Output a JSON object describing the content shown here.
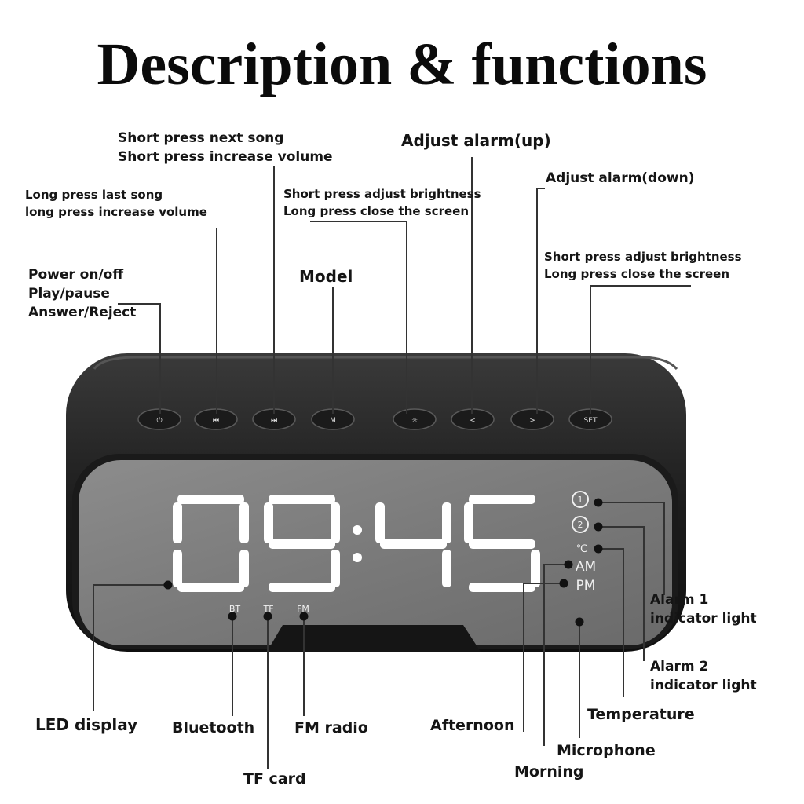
{
  "title": "Description & functions",
  "buttons": {
    "b1": "⏻",
    "b2": "⏮",
    "b3": "⏭",
    "b4": "M",
    "b5": "☼",
    "b6": "<",
    "b7": ">",
    "b8": "SET"
  },
  "display": {
    "time": "09:45",
    "digit1": "0",
    "digit2": "9",
    "digit3": "4",
    "digit4": "5",
    "bt": "BT",
    "tf": "TF",
    "fm": "FM",
    "am": "AM",
    "pm": "PM",
    "celsius": "℃",
    "alarm1": "1",
    "alarm2": "2"
  },
  "callouts": {
    "power": [
      "Power on/off",
      "Play/pause",
      "Answer/Reject"
    ],
    "last_song": [
      "Long press last song",
      "long press increase volume"
    ],
    "next_song": [
      "Short press next song",
      "Short press increase volume"
    ],
    "model": "Model",
    "brightness_left": [
      "Short press adjust brightness",
      "Long press close the screen"
    ],
    "alarm_up": "Adjust alarm(up)",
    "alarm_down": "Adjust alarm(down)",
    "brightness_right": [
      "Short press adjust brightness",
      "Long press close the screen"
    ],
    "alarm1": [
      "Alarm 1",
      "indicator light"
    ],
    "alarm2": [
      "Alarm 2",
      "indicator light"
    ],
    "temperature": "Temperature",
    "microphone": "Microphone",
    "morning": "Morning",
    "afternoon": "Afternoon",
    "led_display": "LED display",
    "bluetooth": "Bluetooth",
    "tf_card": "TF card",
    "fm_radio": "FM radio"
  }
}
